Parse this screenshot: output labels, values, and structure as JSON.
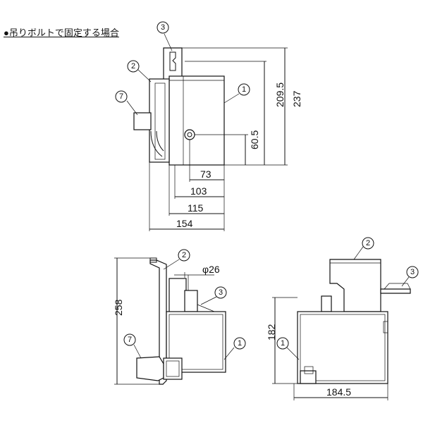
{
  "title": "●吊りボルトで固定する場合",
  "dims": {
    "d237": "237",
    "d2095": "209.5",
    "d605": "60.5",
    "d73": "73",
    "d103": "103",
    "d115": "115",
    "d154": "154",
    "d258": "258",
    "dphi26": "φ26",
    "d182": "182",
    "d1845": "184.5"
  },
  "callouts": {
    "c1": "1",
    "c2": "2",
    "c3": "3",
    "c7": "7"
  }
}
